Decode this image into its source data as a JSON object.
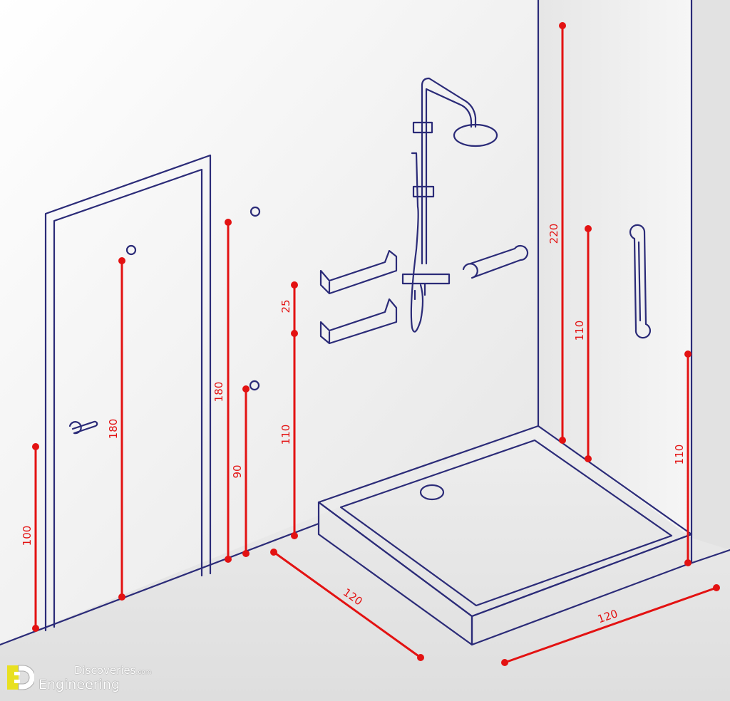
{
  "dimensions": {
    "door_handle_height": "100",
    "door_hook_height": "180",
    "wall_hook_high_height": "180",
    "wall_hook_low_height": "90",
    "shelf_spacing": "25",
    "shelf_height": "110",
    "floor_clearance_width": "120",
    "shower_tray_width": "120",
    "shower_head_height": "220",
    "grab_bar_back_height": "110",
    "grab_bar_side_height": "110"
  },
  "colors": {
    "line": "#2b2b78",
    "dimension": "#e31212",
    "logo_accent": "#e8e020"
  },
  "logo": {
    "top": "Discoveries",
    "suffix": ".com",
    "bottom": "Engineering"
  }
}
